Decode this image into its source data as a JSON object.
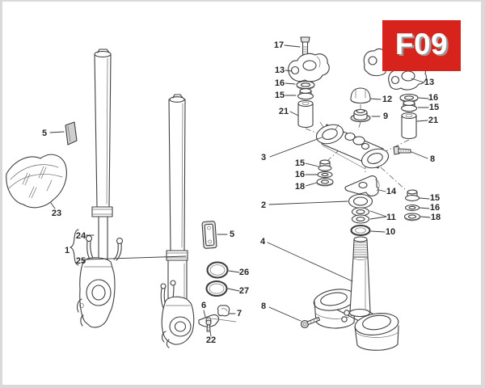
{
  "page": {
    "code": "F09",
    "colors": {
      "badge_bg": "#d8231d",
      "badge_fg": "#ffffff",
      "line": "#3f3f3f"
    }
  },
  "callouts": [
    {
      "text": "17"
    },
    {
      "text": "13"
    },
    {
      "text": "16"
    },
    {
      "text": "15"
    },
    {
      "text": "21"
    },
    {
      "text": "13"
    },
    {
      "text": "16"
    },
    {
      "text": "15"
    },
    {
      "text": "21"
    },
    {
      "text": "12"
    },
    {
      "text": "9"
    },
    {
      "text": "3"
    },
    {
      "text": "15"
    },
    {
      "text": "16"
    },
    {
      "text": "18"
    },
    {
      "text": "14"
    },
    {
      "text": "2"
    },
    {
      "text": "11"
    },
    {
      "text": "10"
    },
    {
      "text": "4"
    },
    {
      "text": "8"
    },
    {
      "text": "8"
    },
    {
      "text": "15"
    },
    {
      "text": "16"
    },
    {
      "text": "18"
    },
    {
      "text": "5"
    },
    {
      "text": "23"
    },
    {
      "text": "24"
    },
    {
      "text": "1"
    },
    {
      "text": "25"
    },
    {
      "text": "5"
    },
    {
      "text": "26"
    },
    {
      "text": "27"
    },
    {
      "text": "6"
    },
    {
      "text": "7"
    },
    {
      "text": "22"
    }
  ]
}
